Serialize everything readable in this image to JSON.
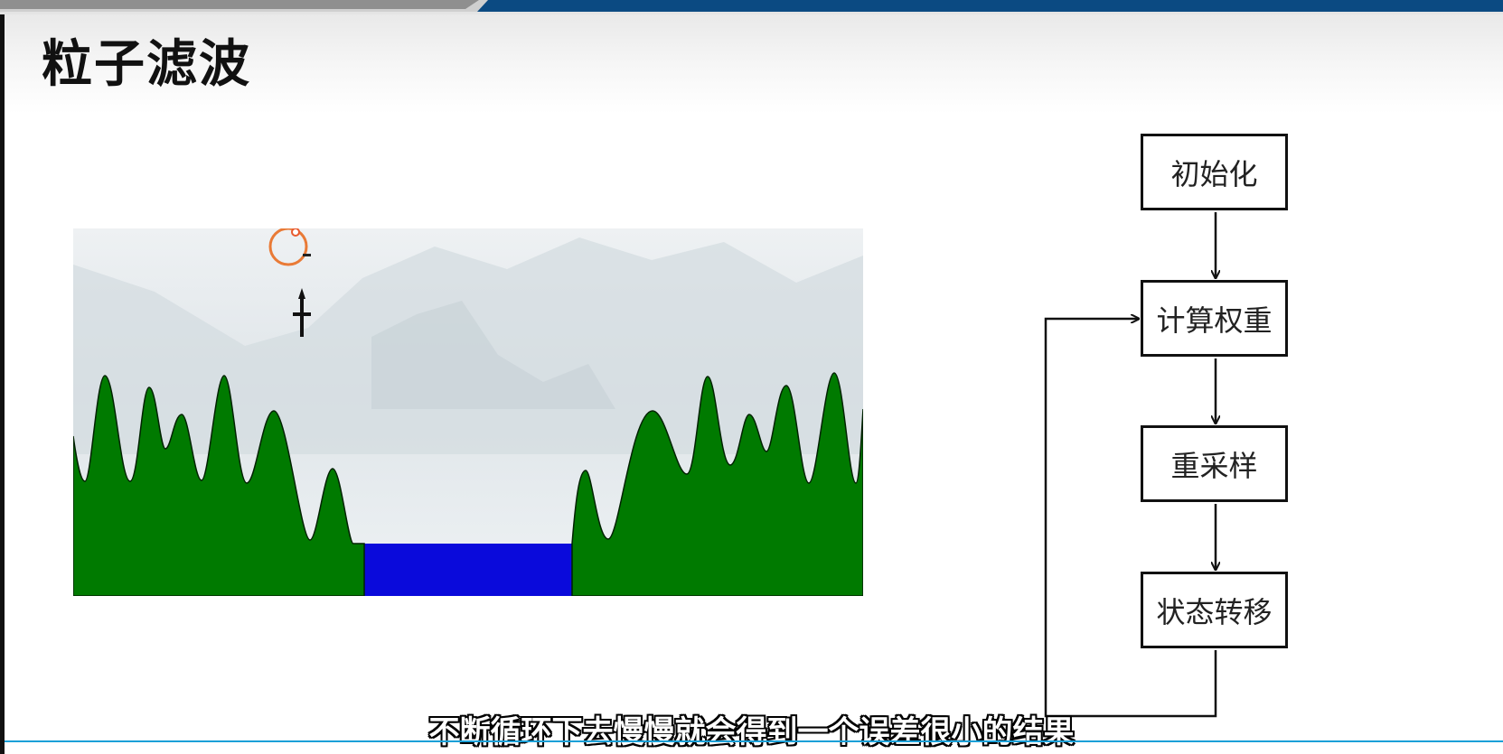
{
  "slide": {
    "title": "粒子滤波",
    "subtitle": "不断循环下去慢慢就会得到一个误差很小的结果"
  },
  "flowchart": {
    "steps": [
      {
        "label": "初始化"
      },
      {
        "label": "计算权重"
      },
      {
        "label": "重采样"
      },
      {
        "label": "状态转移"
      }
    ]
  },
  "colors": {
    "header_blue": "#0b4a82",
    "terrain_green": "#007a00",
    "water_blue": "#0a0adb",
    "sky": "#e6ecef",
    "marker_orange": "#e97a36",
    "accent_line": "#1aa0d8"
  },
  "icons": {
    "marker": "particle-circle-marker",
    "aircraft": "aircraft-icon"
  }
}
